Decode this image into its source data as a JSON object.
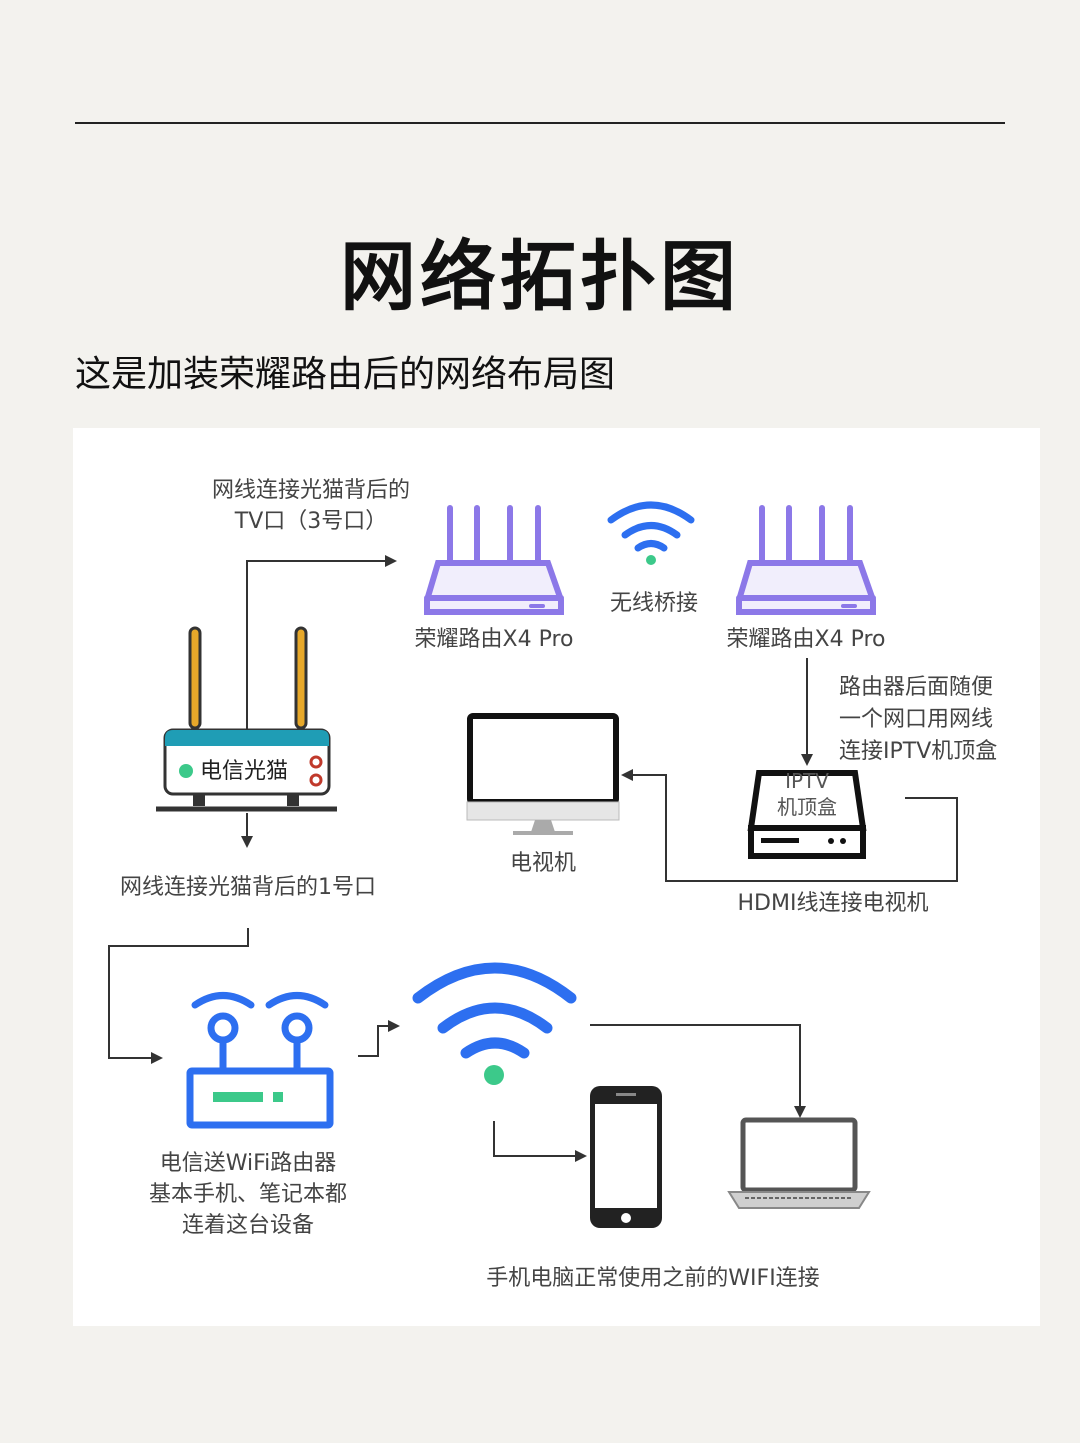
{
  "header": {
    "title": "网络拓扑图",
    "subtitle": "这是加装荣耀路由后的网络布局图"
  },
  "diagram": {
    "labels": {
      "tv_port": [
        "网线连接光猫背后的",
        "TV口（3号口）"
      ],
      "router_a": "荣耀路由X4 Pro",
      "router_b": "荣耀路由X4 Pro",
      "wireless_bridge": "无线桥接",
      "router_note": [
        "路由器后面随便",
        "一个网口用网线",
        "连接IPTV机顶盒"
      ],
      "modem": "电信光猫",
      "tv": "电视机",
      "iptv_box": [
        "IPTV",
        "机顶盒"
      ],
      "hdmi": "HDMI线连接电视机",
      "port1": "网线连接光猫背后的1号口",
      "telecom_router": [
        "电信送WiFi路由器",
        "基本手机、笔记本都",
        "连着这台设备"
      ],
      "prev_wifi": "手机电脑正常使用之前的WIFI连接"
    },
    "colors": {
      "router_purple": "#8c78e8",
      "wifi_blue": "#2d6ff0",
      "wifi_green": "#3cc98a",
      "modem_teal": "#1f9db5",
      "antenna_gold": "#e7a82a",
      "line": "#333333"
    }
  }
}
